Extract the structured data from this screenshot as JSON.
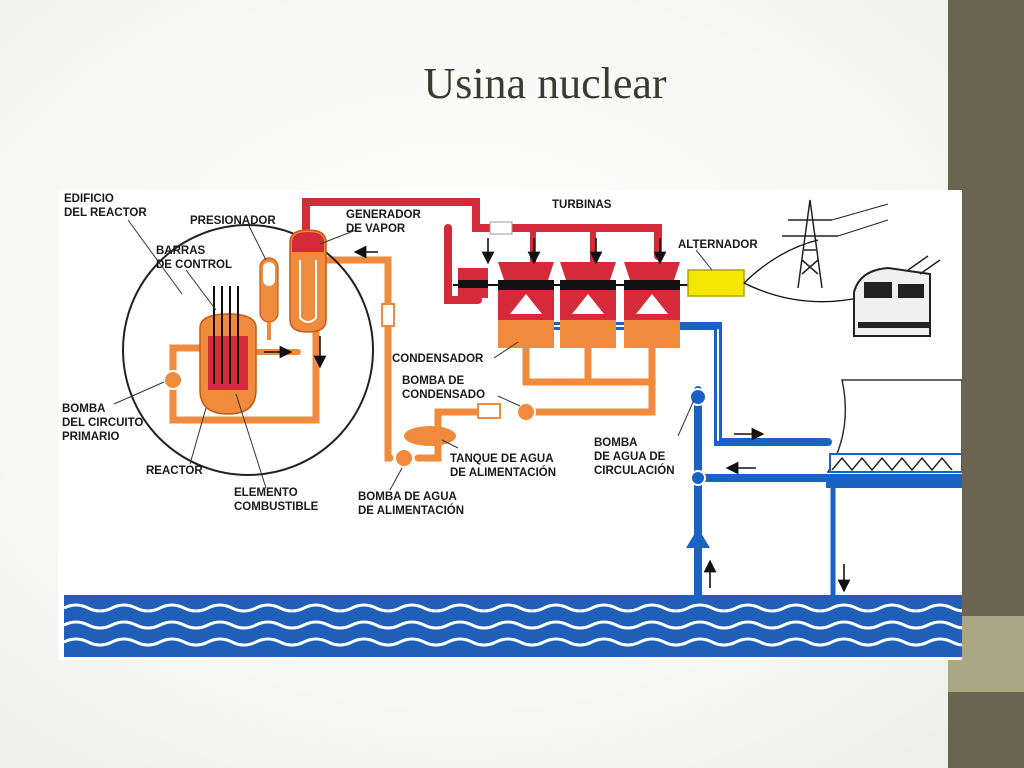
{
  "slide": {
    "title": "Usina nuclear",
    "colors": {
      "accent_dark": "#6b6450",
      "accent_light": "#aba684"
    }
  },
  "diagram": {
    "labels": {
      "edificio_1": "EDIFICIO",
      "edificio_2": "DEL REACTOR",
      "presionador": "PRESIONADOR",
      "barras_1": "BARRAS",
      "barras_2": "DE CONTROL",
      "generador_1": "GENERADOR",
      "generador_2": "DE VAPOR",
      "turbinas": "TURBINAS",
      "alternador": "ALTERNADOR",
      "condensador": "CONDENSADOR",
      "bomba_cond_1": "BOMBA DE",
      "bomba_cond_2": "CONDENSADO",
      "tanque_1": "TANQUE DE AGUA",
      "tanque_2": "DE ALIMENTACIÓN",
      "bomba_circ_1": "BOMBA",
      "bomba_circ_2": "DE AGUA DE",
      "bomba_circ_3": "CIRCULACIÓN",
      "bomba_prim_1": "BOMBA",
      "bomba_prim_2": "DEL CIRCUITO",
      "bomba_prim_3": "PRIMARIO",
      "reactor": "REACTOR",
      "elemento_1": "ELEMENTO",
      "elemento_2": "COMBUSTIBLE",
      "bomba_alim_1": "BOMBA DE AGUA",
      "bomba_alim_2": "DE ALIMENTACIÓN"
    },
    "colors": {
      "steam": "#d42a3a",
      "primary_water": "#f08a3c",
      "cooling_water": "#1c62c4",
      "alternator": "#f5e800",
      "sea": "#1f5fb8"
    }
  }
}
